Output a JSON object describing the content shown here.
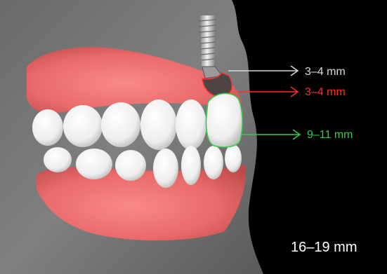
{
  "measurements": {
    "implant": {
      "text": "3–4 mm",
      "color": "#d9d9d9"
    },
    "abutment": {
      "text": "3–4 mm",
      "color": "#ff2a2a"
    },
    "crown": {
      "text": "9–11 mm",
      "color": "#3cc84a"
    },
    "total": {
      "text": "16–19 mm",
      "color": "#ffffff"
    }
  }
}
